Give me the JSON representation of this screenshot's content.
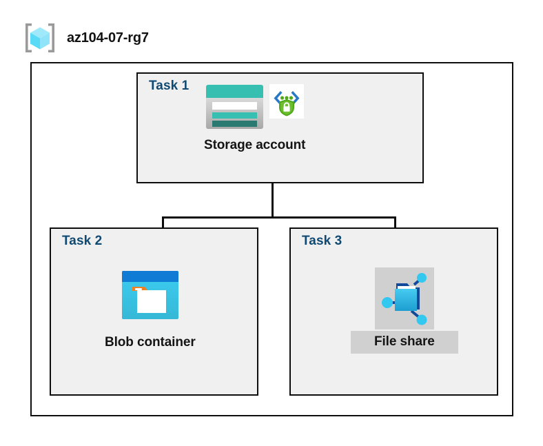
{
  "diagram": {
    "type": "azure-architecture",
    "resource_group": {
      "name": "az104-07-rg7",
      "icon": "resource-group-icon"
    },
    "colors": {
      "task_label": "#104a72",
      "task_box_fill": "#f0f0f0",
      "border": "#0d0d0d",
      "highlight": "#d0d0d0",
      "storage_teal": "#37bfb2",
      "storage_teal_dark": "#2b7a72",
      "blob_blue": "#0f7bd4",
      "blob_cyan": "#35c9ef",
      "blob_orange": "#f08022",
      "fileshare_cyan": "#32c8f0",
      "fileshare_navy": "#12499a",
      "shield_green": "#51a81a",
      "bracket_blue": "#2878c8",
      "rg_cube_cyan": "#59dbf7",
      "rg_bracket_gray": "#9a9a9a"
    },
    "tasks": [
      {
        "label": "Task 1",
        "node": {
          "caption": "Storage account",
          "icons": [
            "storage-account-icon",
            "private-endpoint-shield-icon"
          ],
          "highlighted": false
        }
      },
      {
        "label": "Task 2",
        "node": {
          "caption": "Blob container",
          "icons": [
            "blob-container-icon"
          ],
          "highlighted": false
        }
      },
      {
        "label": "Task 3",
        "node": {
          "caption": "File share",
          "icons": [
            "file-share-icon"
          ],
          "highlighted": true
        }
      }
    ],
    "connections": [
      {
        "from": "Storage account",
        "to": "Blob container"
      },
      {
        "from": "Storage account",
        "to": "File share"
      }
    ]
  }
}
